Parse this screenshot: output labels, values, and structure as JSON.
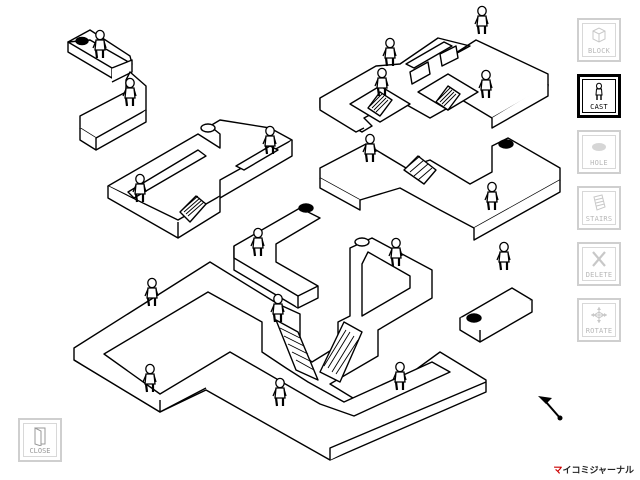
{
  "toolbar": {
    "tools": [
      {
        "label": "BLOCK",
        "icon": "block-icon",
        "active": false
      },
      {
        "label": "CAST",
        "icon": "cast-icon",
        "active": true
      },
      {
        "label": "HOLE",
        "icon": "hole-icon",
        "active": false
      },
      {
        "label": "STAIRS",
        "icon": "stairs-icon",
        "active": false
      },
      {
        "label": "DELETE",
        "icon": "delete-icon",
        "active": false
      },
      {
        "label": "ROTATE",
        "icon": "rotate-icon",
        "active": false
      }
    ],
    "close_label": "CLOSE"
  },
  "brand": {
    "prefix": "マ",
    "rest": "イコミジャーナル"
  },
  "colors": {
    "line": "#000000",
    "inactive": "#cfcfcf",
    "background": "#ffffff"
  }
}
